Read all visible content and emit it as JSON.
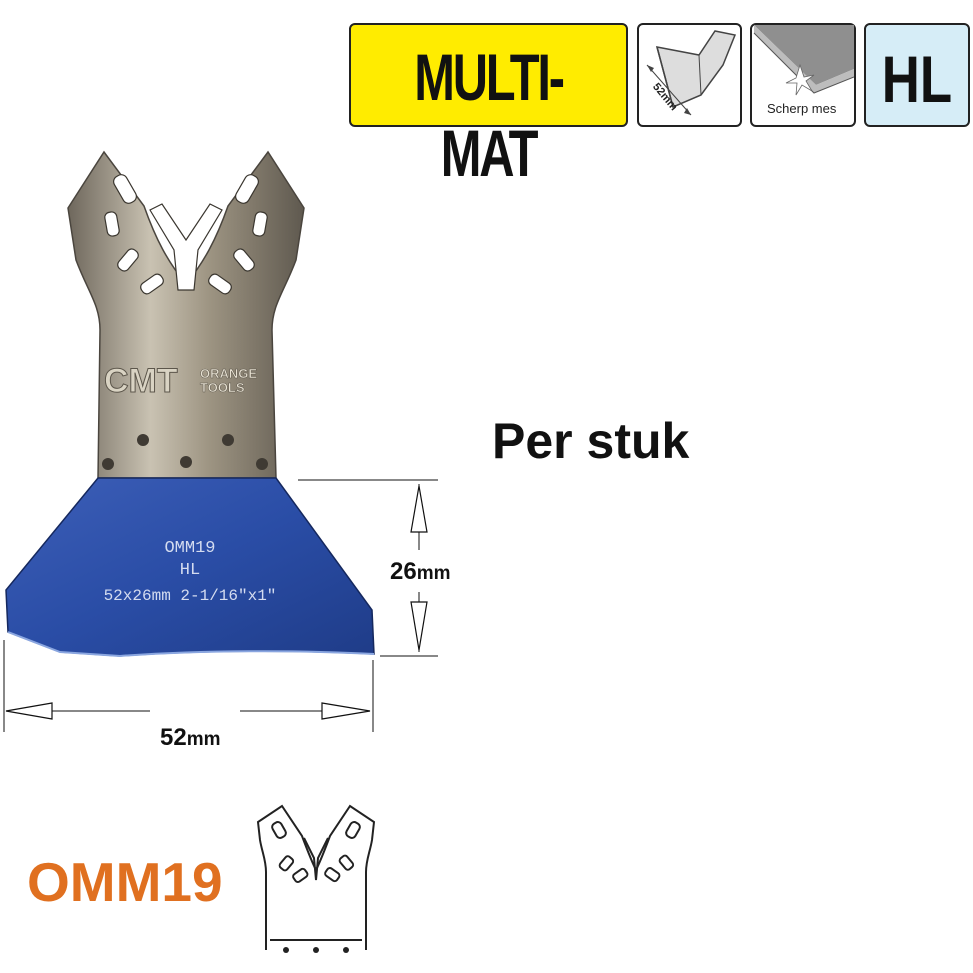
{
  "badges": {
    "multimat": "MULTI-MAT",
    "blade_width": "52mm",
    "sharp": "Scherp mes",
    "hl": "HL"
  },
  "blade": {
    "logo": "CMT",
    "brand_line1": "ORANGE",
    "brand_line2": "TOOLS",
    "engraving_line1": "OMM19",
    "engraving_line2": "HL",
    "engraving_line3": "52x26mm  2-1/16\"x1\""
  },
  "per_stuk": "Per stuk",
  "dimensions": {
    "height_value": "26",
    "height_unit": "mm",
    "width_value": "52",
    "width_unit": "mm"
  },
  "product_code": "OMM19",
  "colors": {
    "multimat_bg": "#ffec00",
    "hl_bg": "#d6edf7",
    "blade_blue": "#2d4fa8",
    "steel": "#a49a86",
    "code_orange": "#e07020"
  }
}
